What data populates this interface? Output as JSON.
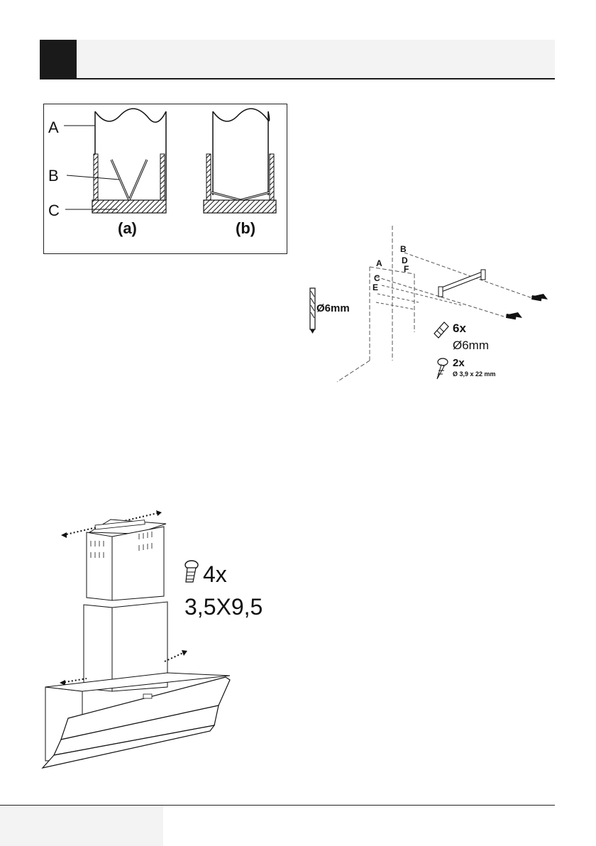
{
  "fig1": {
    "label_a": "A",
    "label_b": "B",
    "label_c": "C",
    "caption_a": "(a)",
    "caption_b": "(b)"
  },
  "fig2": {
    "drill_size": "Ø6mm",
    "labels": [
      "B",
      "A",
      "D",
      "F",
      "C",
      "E"
    ],
    "dowel_qty": "6x",
    "dowel_size": "Ø6mm",
    "screw_qty": "2x",
    "screw_size": "Ø 3,9 x 22 mm"
  },
  "fig3": {
    "screw_qty": "4x",
    "screw_size": "3,5X9,5"
  }
}
